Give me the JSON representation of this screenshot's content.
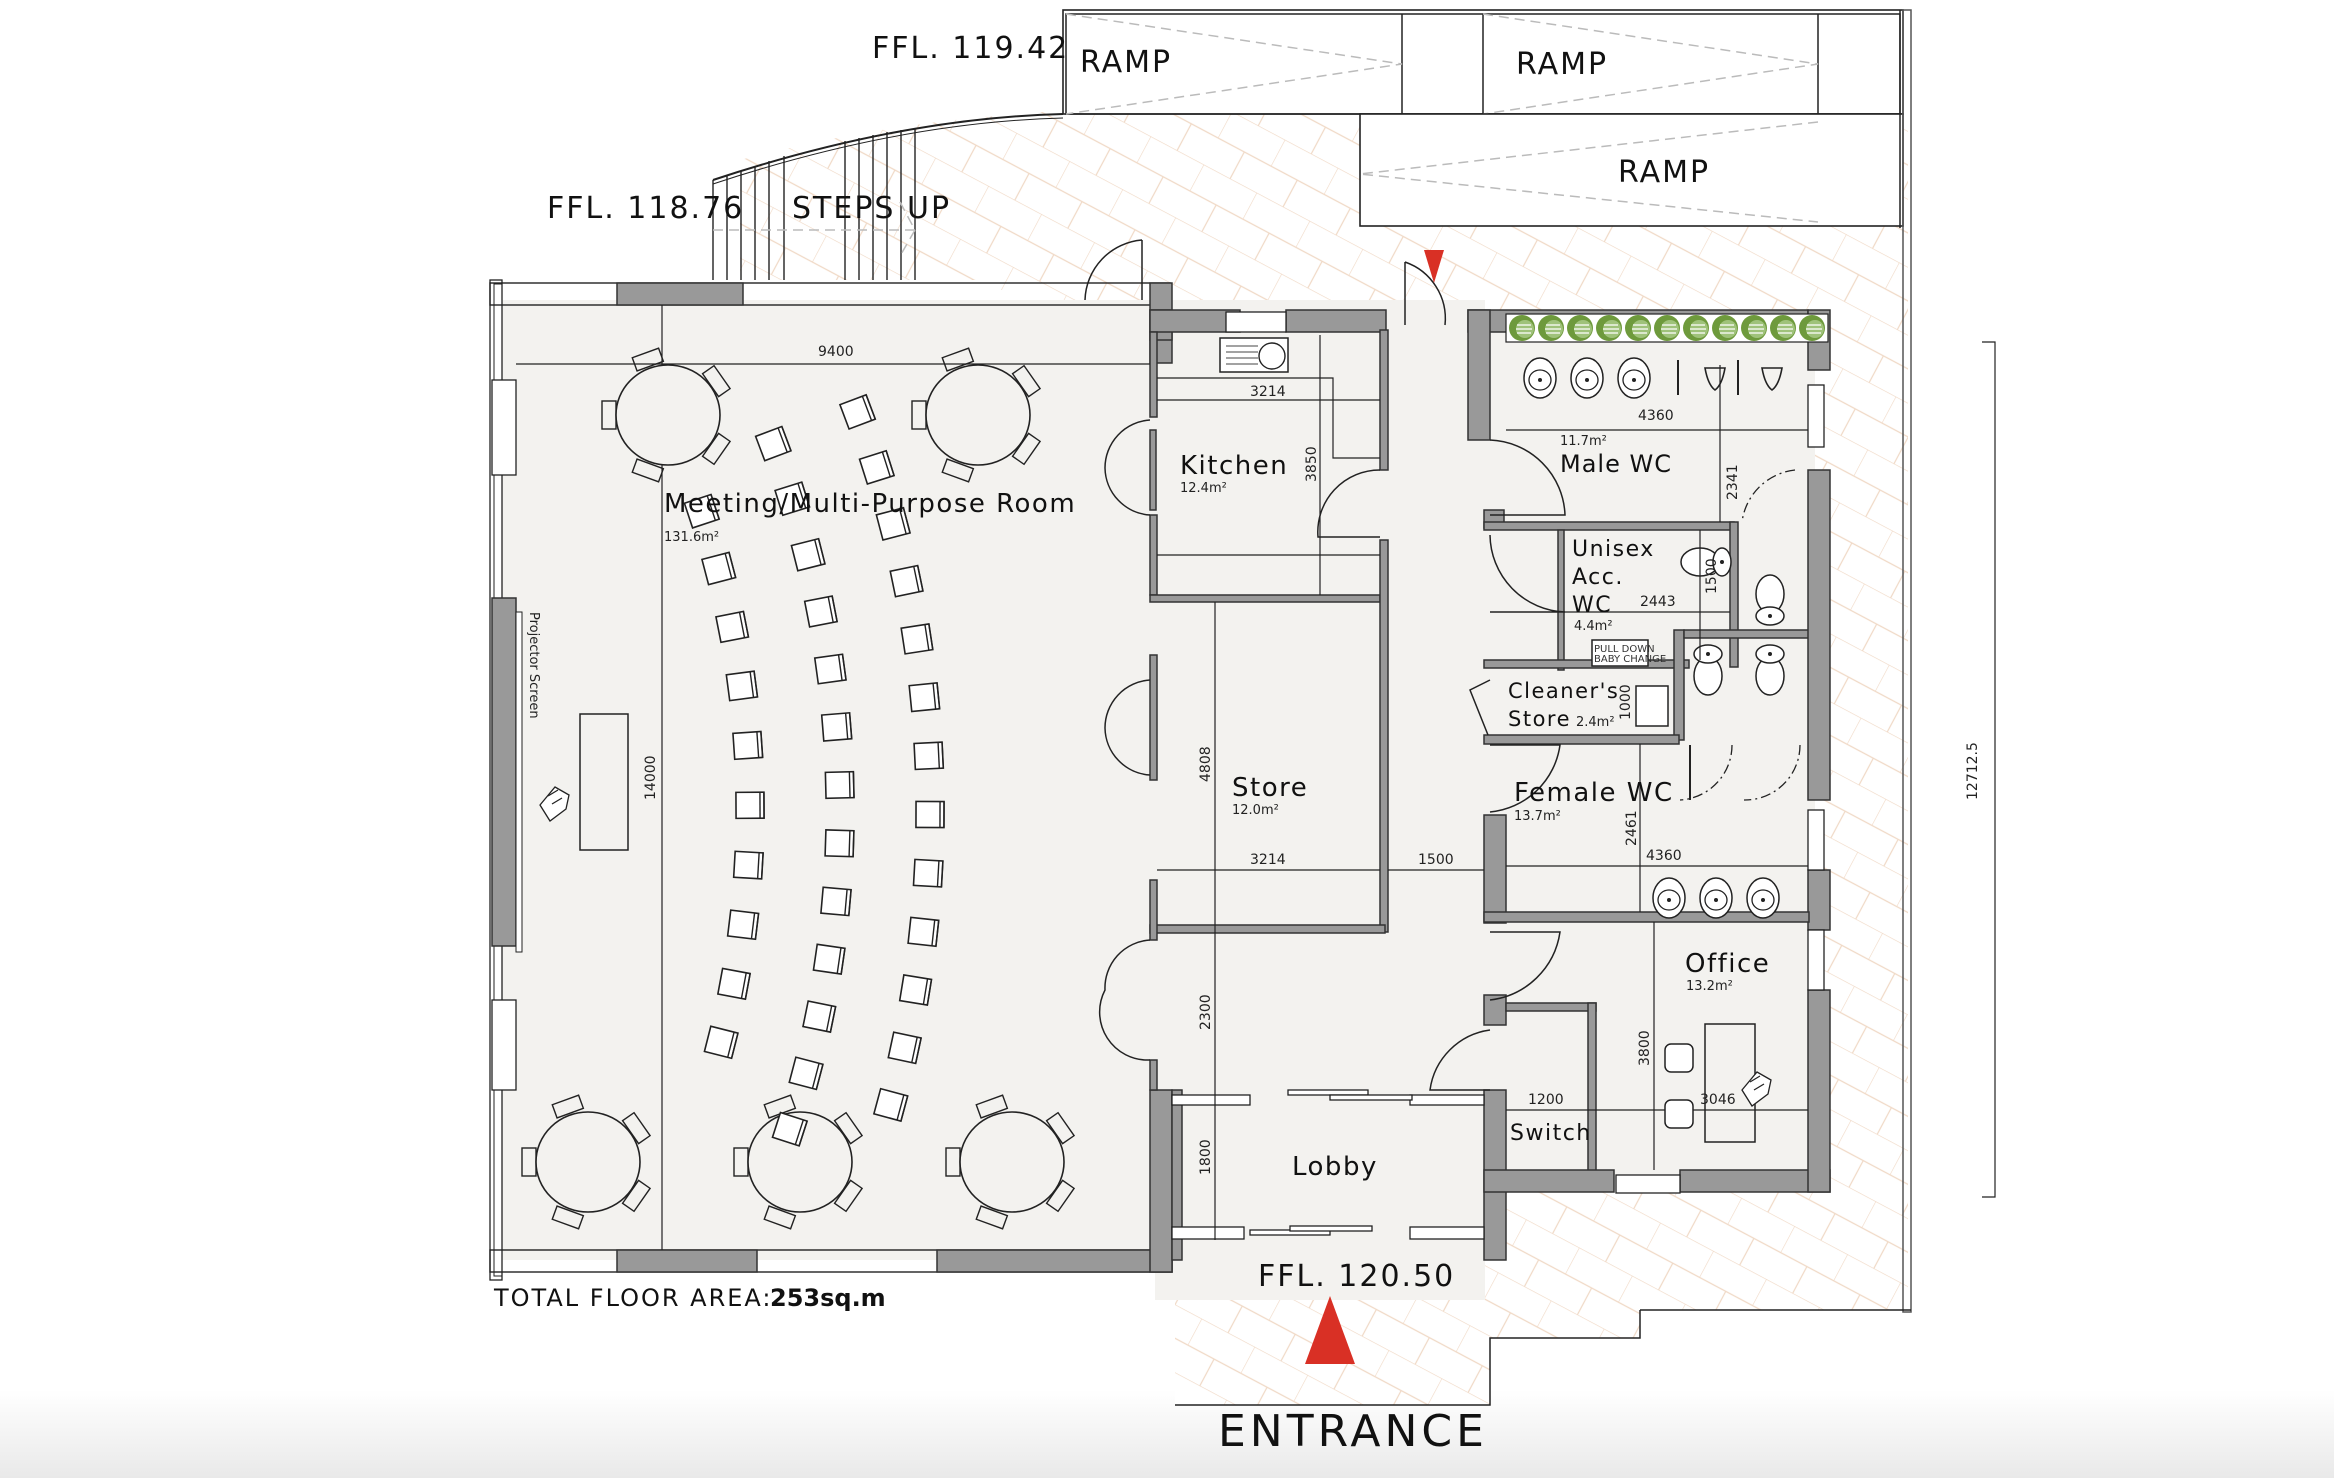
{
  "plan": {
    "levels": {
      "upper_ramp": "FFL. 119.42",
      "steps": "FFL. 118.76",
      "entrance": "FFL. 120.50"
    },
    "external_labels": {
      "ramp_1": "RAMP",
      "ramp_2": "RAMP",
      "ramp_3": "RAMP",
      "steps_up": "STEPS UP",
      "entrance": "ENTRANCE"
    },
    "total_area": {
      "label": "TOTAL FLOOR AREA:",
      "value": "253sq.m"
    },
    "overall_dimension": "12712.5",
    "accent_color": "#d93025",
    "rooms": {
      "meeting": {
        "name": "Meeting/Multi-Purpose Room",
        "area": "131.6m²",
        "dim_w": "9400",
        "dim_h": "14000",
        "screen": "Projector Screen"
      },
      "kitchen": {
        "name": "Kitchen",
        "area": "12.4m²",
        "dim_w": "3214",
        "dim_h": "3850"
      },
      "store": {
        "name": "Store",
        "area": "12.0m²",
        "dim_w": "3214",
        "dim_h": "4808"
      },
      "corridor": {
        "dim_w": "1500",
        "dim_h": "2300"
      },
      "lobby": {
        "name": "Lobby",
        "dim_h": "1800"
      },
      "male_wc": {
        "name": "Male WC",
        "area": "11.7m²",
        "dim_w": "4360",
        "dim_h": "2341"
      },
      "unisex_wc": {
        "name_l1": "Unisex",
        "name_l2": "Acc.",
        "name_l3": "WC",
        "area": "4.4m²",
        "dim_w": "2443",
        "dim_h": "1500",
        "note_l1": "PULL DOWN",
        "note_l2": "BABY CHANGE"
      },
      "cleaners": {
        "name_l1": "Cleaner's",
        "name_l2": "Store",
        "area": "2.4m²",
        "dim_h": "1000"
      },
      "female_wc": {
        "name": "Female WC",
        "area": "13.7m²",
        "dim_w": "4360",
        "dim_h": "2461"
      },
      "office": {
        "name": "Office",
        "area": "13.2m²",
        "dim_w": "3046",
        "dim_h": "3800"
      },
      "switch": {
        "name": "Switch",
        "dim_w": "1200"
      }
    }
  }
}
